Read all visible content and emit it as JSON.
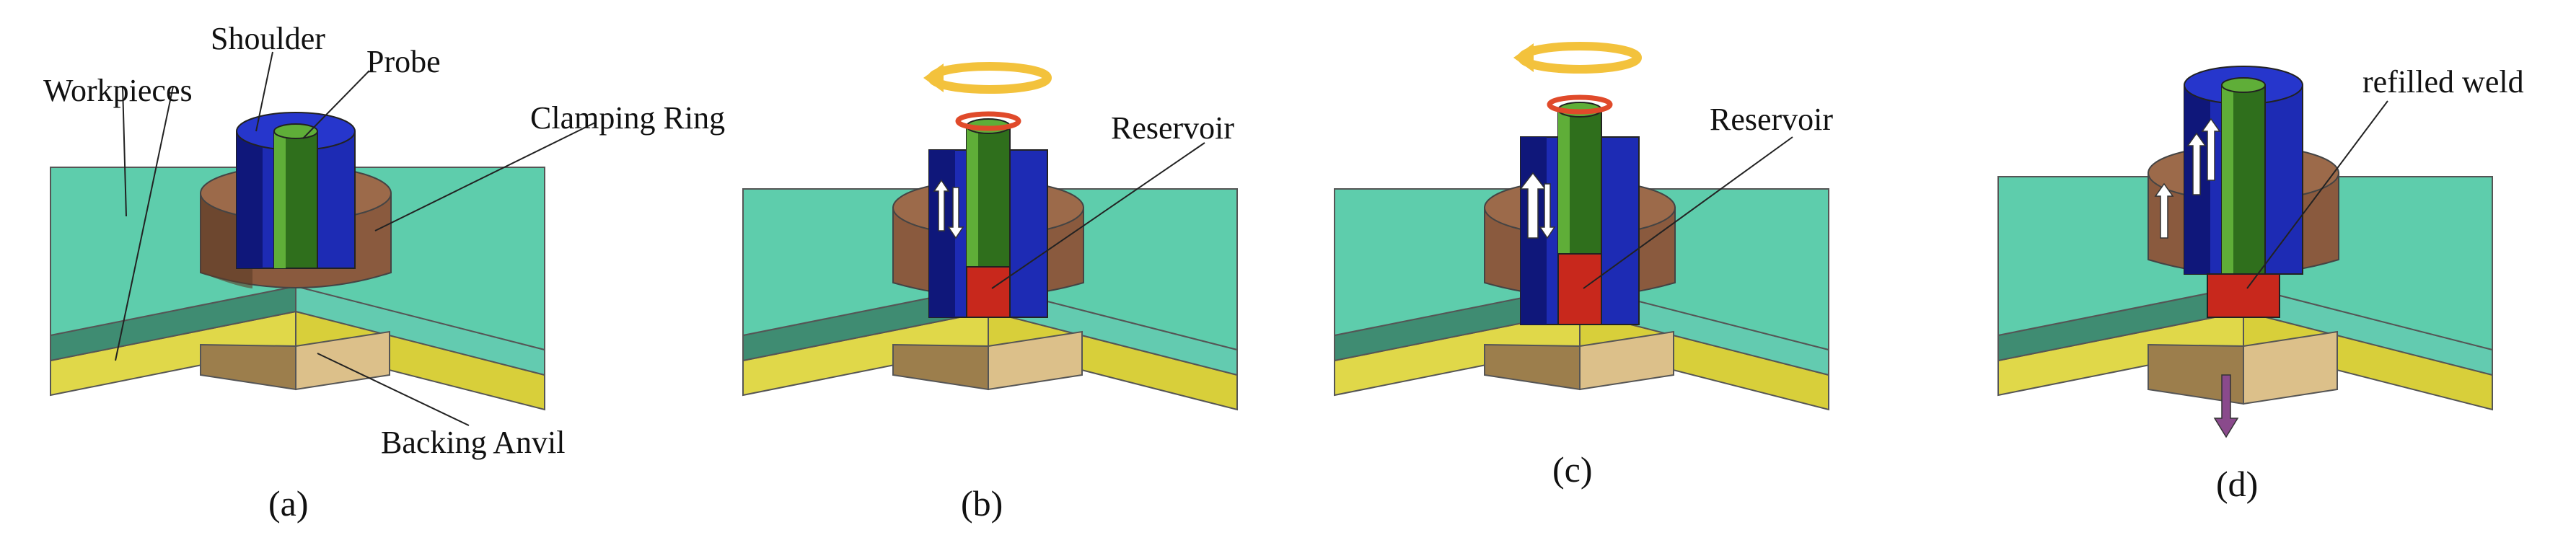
{
  "panels": [
    {
      "id": "a",
      "caption": "(a)",
      "labels": {
        "workpieces": "Workpieces",
        "shoulder": "Shoulder",
        "probe": "Probe",
        "clamping_ring": "Clamping Ring",
        "backing_anvil": "Backing Anvil"
      }
    },
    {
      "id": "b",
      "caption": "(b)",
      "labels": {
        "reservoir": "Reservoir"
      }
    },
    {
      "id": "c",
      "caption": "(c)",
      "labels": {
        "reservoir": "Reservoir"
      }
    },
    {
      "id": "d",
      "caption": "(d)",
      "labels": {
        "refilled_weld": "refilled weld"
      }
    }
  ],
  "colors": {
    "plate_top": "#5ecdac",
    "plate_side": "#3f8c72",
    "plate_side_right": "#63cbb0",
    "bottom_plate": "#e0d849",
    "anvil": "#dcc08a",
    "anvil_dark": "#9c7e4c",
    "clamp": "#8a5a3e",
    "clamp_dark": "#5a3a26",
    "shoulder": "#1d2bb4",
    "shoulder_dark": "#0f177a",
    "probe": "#2f6f1c",
    "probe_light": "#5fae38",
    "reservoir": "#c8281c",
    "rotation_arrow": "#f3c23c",
    "rotation_arrow_red": "#e04a2a",
    "motion_arrow": "#ffffff",
    "retract_arrow": "#8a4a8c",
    "leader": "#222222"
  }
}
